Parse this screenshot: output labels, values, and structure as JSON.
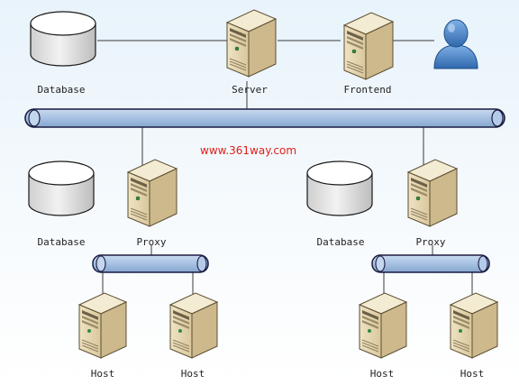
{
  "watermark": "www.361way.com",
  "top": {
    "database_label": "Database",
    "server_label": "Server",
    "frontend_label": "Frontend",
    "user_icon": "user-icon"
  },
  "left_cluster": {
    "database_label": "Database",
    "proxy_label": "Proxy",
    "host1_label": "Host",
    "host2_label": "Host"
  },
  "right_cluster": {
    "database_label": "Database",
    "proxy_label": "Proxy",
    "host1_label": "Host",
    "host2_label": "Host"
  },
  "colors": {
    "background_top": "#e8f3fb",
    "background_bottom": "#ffffff",
    "bus_fill": "#a9c4e4",
    "bus_stroke": "#1b1b40",
    "server_body": "#e6d8b5",
    "database_fill": "#e2e2e2",
    "user_fill": "#4a86c8",
    "watermark": "#e0201a"
  }
}
